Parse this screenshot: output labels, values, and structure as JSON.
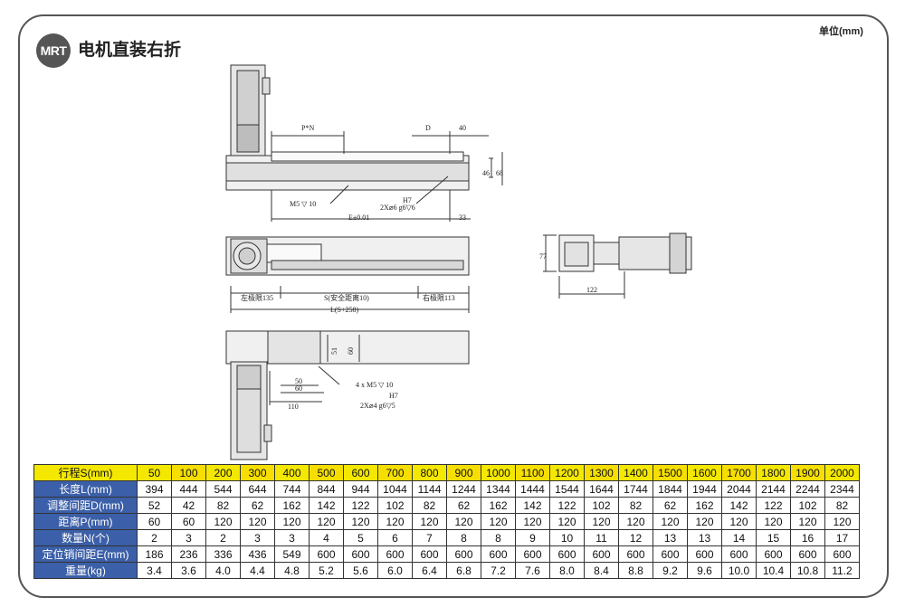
{
  "header": {
    "logo": "MRT",
    "title": "电机直装右折",
    "unit": "单位(mm)"
  },
  "drawing_labels": {
    "pn": "P*N",
    "d": "D",
    "d40": "40",
    "h46": "46",
    "h68": "68",
    "m5_top": "M5 ▽ 10",
    "h7_top": "H7",
    "pin_top": "2X⌀6 g6▽6",
    "e_dim": "E±0.01",
    "d33": "33",
    "h77": "77",
    "w122": "122",
    "left_limit": "左极限135",
    "safe_dist": "S(安全距离10)",
    "right_limit": "右极限113",
    "l_total": "L(S+258)",
    "h51": "51",
    "h60": "60",
    "w50": "50",
    "w60": "60",
    "w110": "110",
    "m5_bot": "4 x  M5  ▽ 10",
    "h7_bot": "H7",
    "pin_bot": "2X⌀4 g6▽5"
  },
  "table": {
    "rows": [
      {
        "label": "行程S(mm)",
        "values": [
          "50",
          "100",
          "200",
          "300",
          "400",
          "500",
          "600",
          "700",
          "800",
          "900",
          "1000",
          "1100",
          "1200",
          "1300",
          "1400",
          "1500",
          "1600",
          "1700",
          "1800",
          "1900",
          "2000"
        ]
      },
      {
        "label": "长度L(mm)",
        "values": [
          "394",
          "444",
          "544",
          "644",
          "744",
          "844",
          "944",
          "1044",
          "1144",
          "1244",
          "1344",
          "1444",
          "1544",
          "1644",
          "1744",
          "1844",
          "1944",
          "2044",
          "2144",
          "2244",
          "2344"
        ]
      },
      {
        "label": "调整间距D(mm)",
        "values": [
          "52",
          "42",
          "82",
          "62",
          "162",
          "142",
          "122",
          "102",
          "82",
          "62",
          "162",
          "142",
          "122",
          "102",
          "82",
          "62",
          "162",
          "142",
          "122",
          "102",
          "82"
        ]
      },
      {
        "label": "距离P(mm)",
        "values": [
          "60",
          "60",
          "120",
          "120",
          "120",
          "120",
          "120",
          "120",
          "120",
          "120",
          "120",
          "120",
          "120",
          "120",
          "120",
          "120",
          "120",
          "120",
          "120",
          "120",
          "120"
        ]
      },
      {
        "label": "数量N(个)",
        "values": [
          "2",
          "3",
          "2",
          "3",
          "3",
          "4",
          "5",
          "6",
          "7",
          "8",
          "8",
          "9",
          "10",
          "11",
          "12",
          "13",
          "13",
          "14",
          "15",
          "16",
          "17"
        ]
      },
      {
        "label": "定位销间距E(mm)",
        "values": [
          "186",
          "236",
          "336",
          "436",
          "549",
          "600",
          "600",
          "600",
          "600",
          "600",
          "600",
          "600",
          "600",
          "600",
          "600",
          "600",
          "600",
          "600",
          "600",
          "600",
          "600"
        ]
      },
      {
        "label": "重量(kg)",
        "values": [
          "3.4",
          "3.6",
          "4.0",
          "4.4",
          "4.8",
          "5.2",
          "5.6",
          "6.0",
          "6.4",
          "6.8",
          "7.2",
          "7.6",
          "8.0",
          "8.4",
          "8.8",
          "9.2",
          "9.6",
          "10.0",
          "10.4",
          "10.8",
          "11.2"
        ]
      }
    ]
  }
}
